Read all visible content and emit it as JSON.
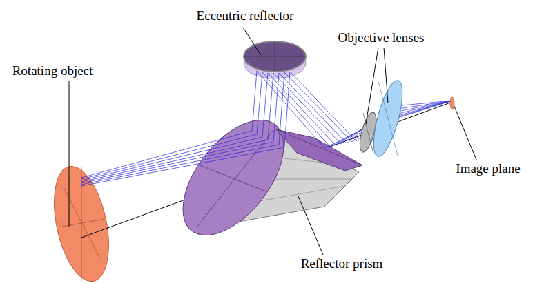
{
  "diagram": {
    "labels": [
      "Eccentric reflector",
      "Objective lenses",
      "Rotating object",
      "Image plane",
      "Reflector prism"
    ]
  }
}
